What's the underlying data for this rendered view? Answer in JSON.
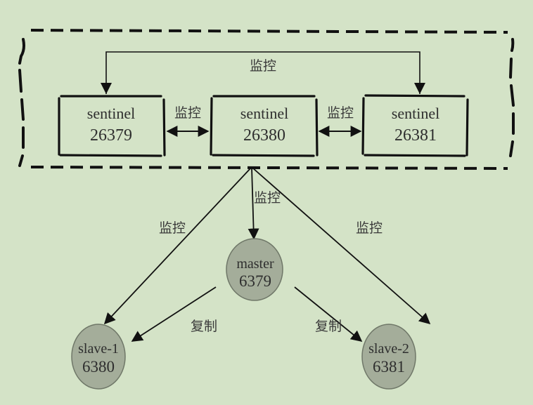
{
  "diagram": {
    "title": "Redis Sentinel architecture",
    "colors": {
      "background": "#d4e3c7",
      "stroke": "#111111",
      "redis_node_fill": "#a4ad9a",
      "redis_node_stroke": "#6f7768",
      "label_text": "#3a3a3a"
    },
    "sentinels": [
      {
        "id": "s1",
        "name": "sentinel",
        "port": "26379"
      },
      {
        "id": "s2",
        "name": "sentinel",
        "port": "26380"
      },
      {
        "id": "s3",
        "name": "sentinel",
        "port": "26381"
      }
    ],
    "master": {
      "name": "master",
      "port": "6379"
    },
    "slaves": [
      {
        "name": "slave-1",
        "port": "6380"
      },
      {
        "name": "slave-2",
        "port": "6381"
      }
    ],
    "edges": {
      "top_monitor_label": "监控",
      "s1_s2_label": "监控",
      "s2_s3_label": "监控",
      "to_master_label": "监控",
      "to_slave1_label": "监控",
      "to_slave2_label": "监控",
      "replicate_slave1_label": "复制",
      "replicate_slave2_label": "复制"
    }
  }
}
